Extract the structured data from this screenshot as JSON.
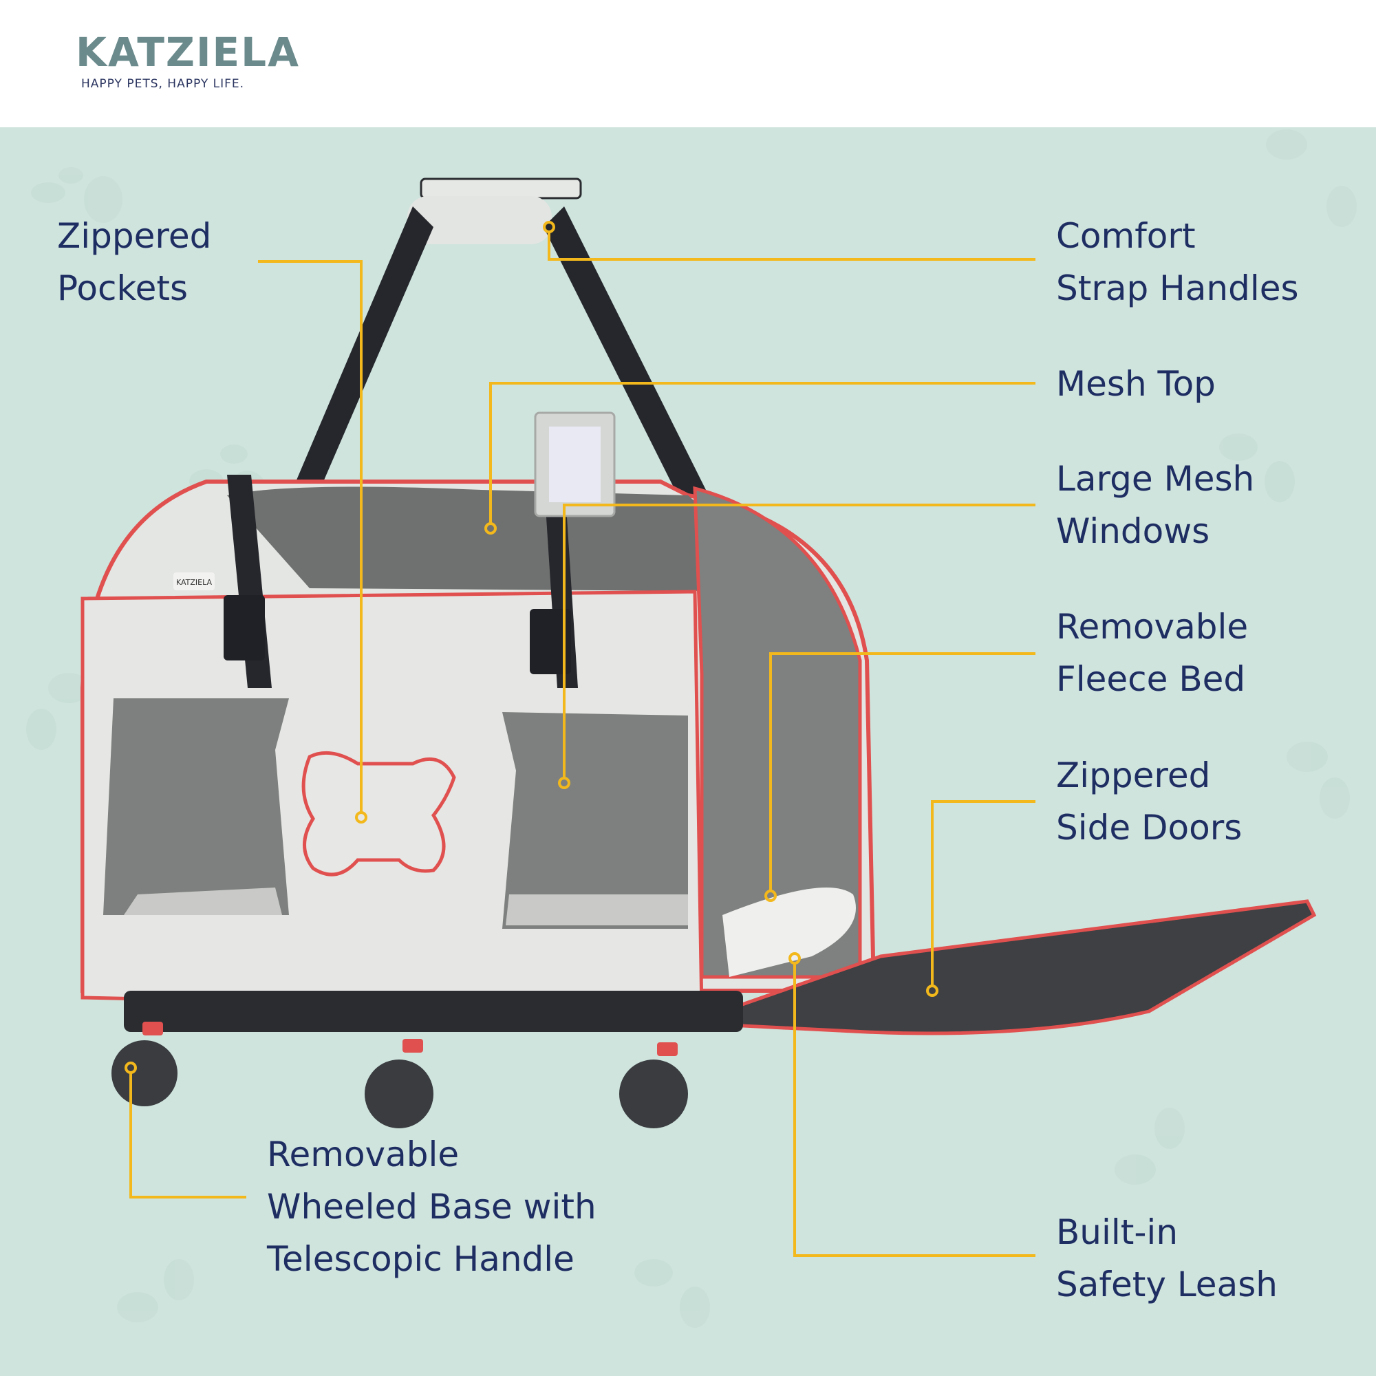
{
  "brand": {
    "name": "KATZIELA",
    "tagline": "HAPPY PETS, HAPPY LIFE.",
    "tag_label": "KATZIELA"
  },
  "colors": {
    "background": "#cfe4dd",
    "header": "#ffffff",
    "label_text": "#1e2d62",
    "callout_line": "#f2b81c",
    "logo": "#6a8a8c",
    "trim_red": "#e0504f",
    "fabric": "#e4e6e3",
    "strap": "#26282e"
  },
  "product": {
    "description": "Pet carrier with wheeled base, mesh windows, open side door"
  },
  "callouts": [
    {
      "id": "zippered-pockets",
      "lines": [
        "Zippered",
        "Pockets"
      ]
    },
    {
      "id": "comfort-strap-handles",
      "lines": [
        "Comfort",
        "Strap Handles"
      ]
    },
    {
      "id": "mesh-top",
      "lines": [
        "Mesh Top"
      ]
    },
    {
      "id": "large-mesh-windows",
      "lines": [
        "Large Mesh",
        "Windows"
      ]
    },
    {
      "id": "removable-fleece-bed",
      "lines": [
        "Removable",
        "Fleece Bed"
      ]
    },
    {
      "id": "zippered-side-doors",
      "lines": [
        "Zippered",
        "Side Doors"
      ]
    },
    {
      "id": "wheeled-base",
      "lines": [
        "Removable",
        "Wheeled Base with",
        "Telescopic Handle"
      ]
    },
    {
      "id": "safety-leash",
      "lines": [
        "Built-in",
        "Safety Leash"
      ]
    }
  ]
}
